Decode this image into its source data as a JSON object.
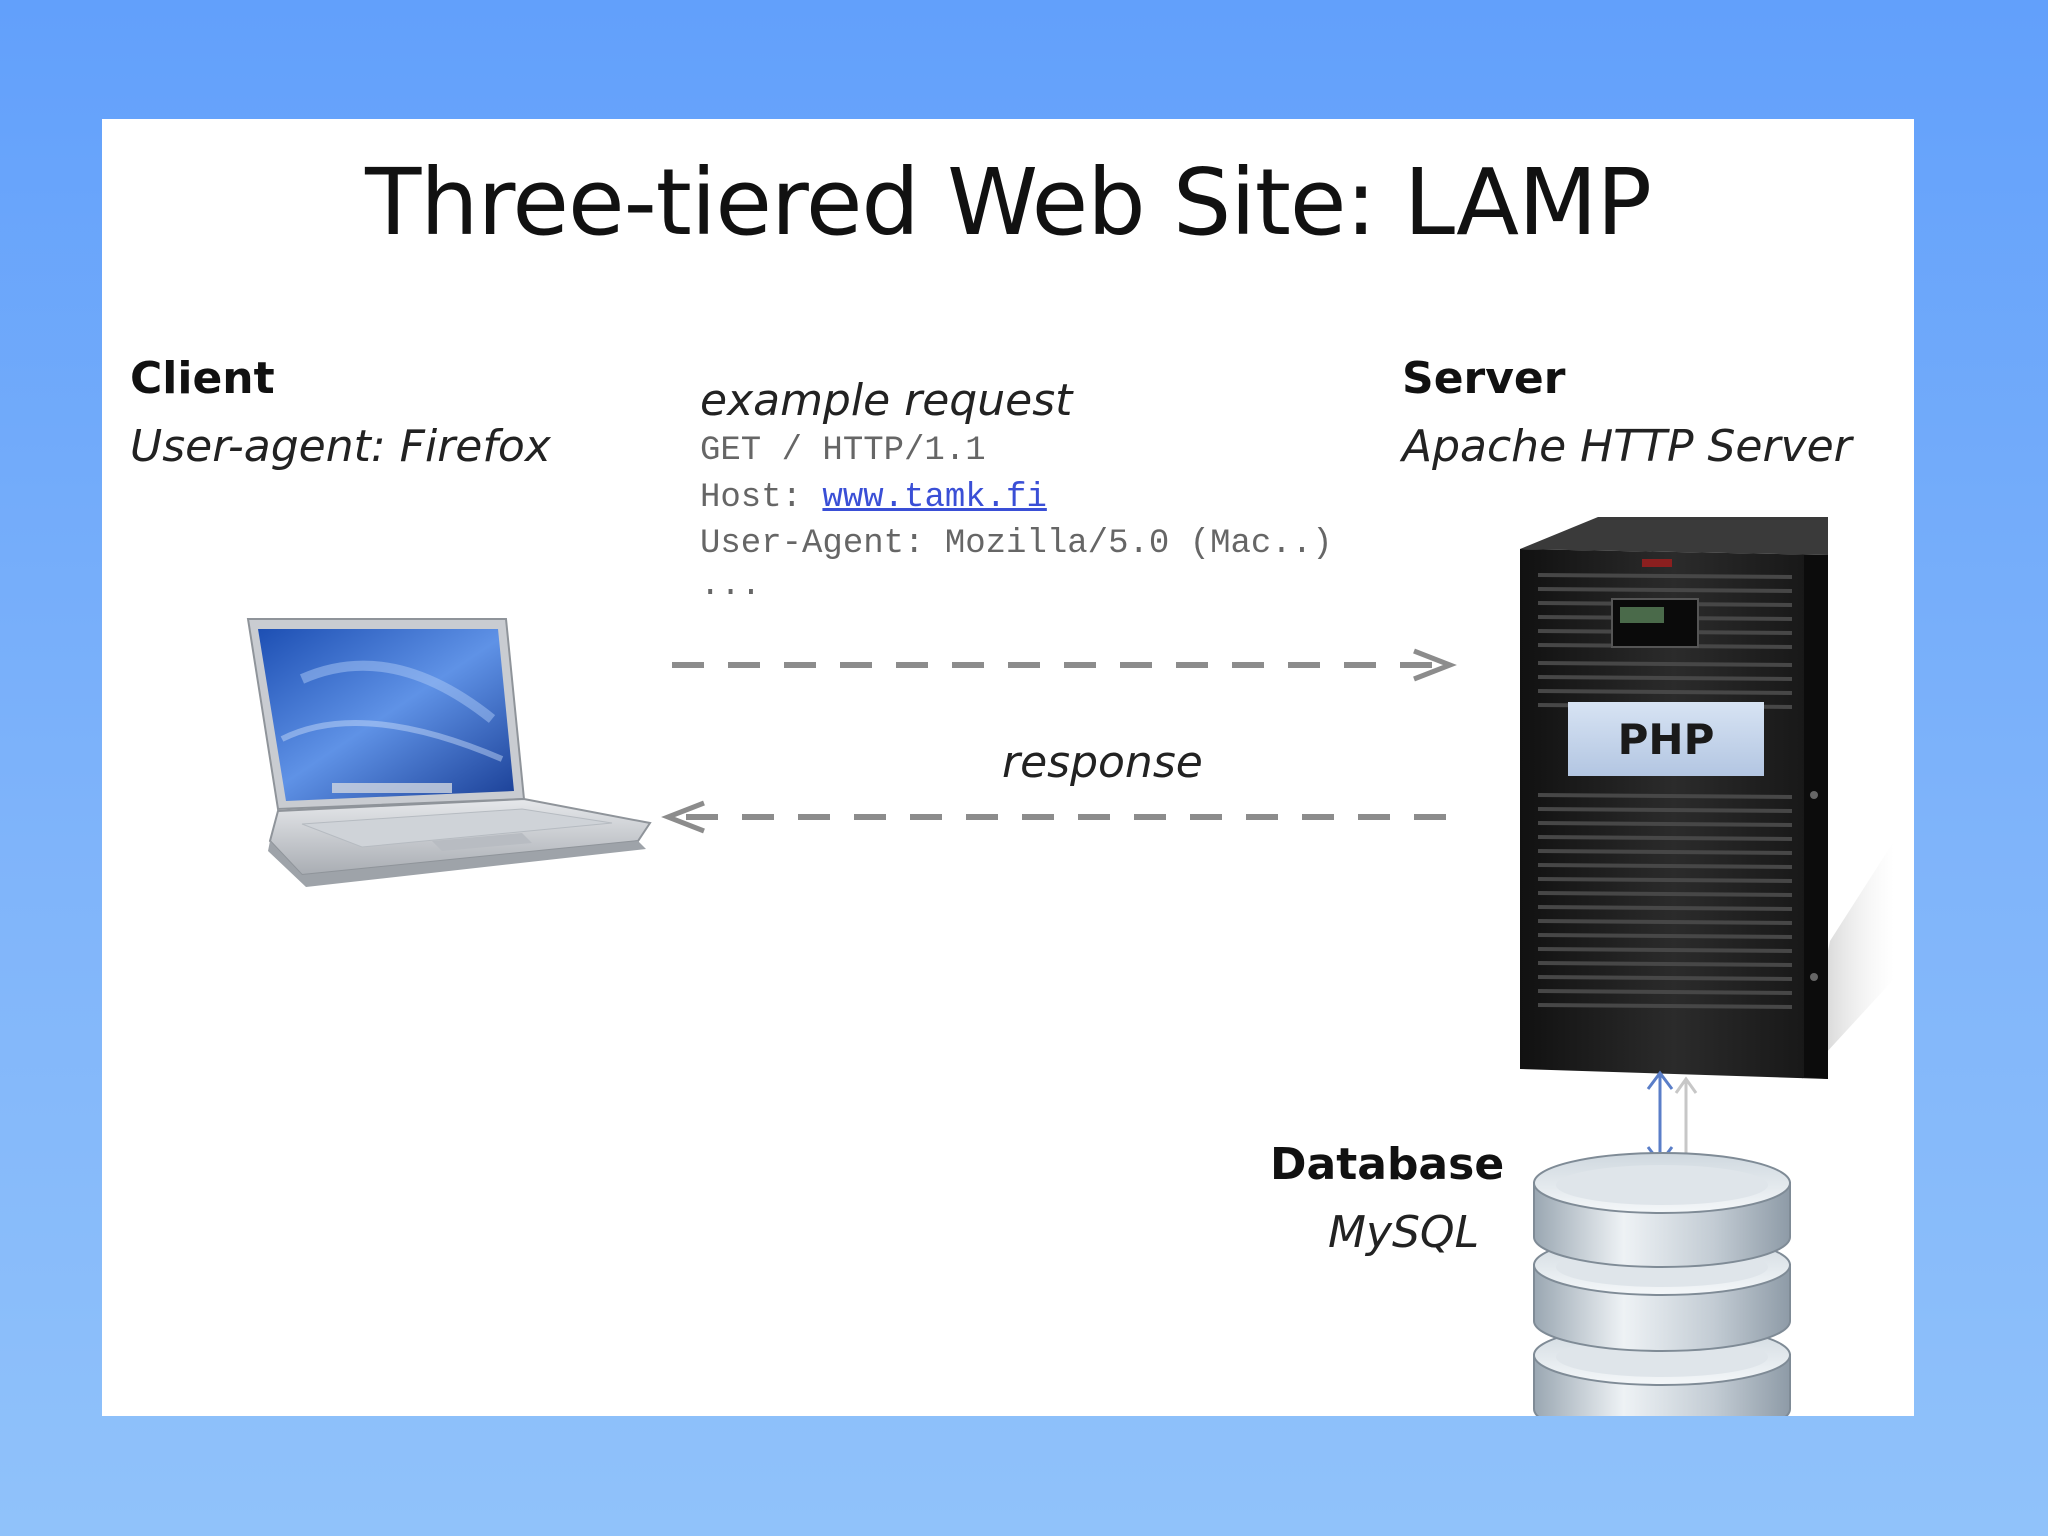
{
  "title": "Three-tiered Web Site: LAMP",
  "client": {
    "heading": "Client",
    "subheading": "User-agent: Firefox"
  },
  "server": {
    "heading": "Server",
    "subheading": "Apache HTTP Server",
    "module_label": "PHP"
  },
  "database": {
    "heading": "Database",
    "subheading": "MySQL"
  },
  "request": {
    "caption": "example request",
    "line1": "GET / HTTP/1.1",
    "line2_prefix": "Host: ",
    "line2_link": "www.tamk.fi",
    "line3": "User-Agent: Mozilla/5.0 (Mac..)",
    "line4": "..."
  },
  "response": {
    "caption": "response"
  },
  "colors": {
    "background": "#62a0fb",
    "arrow": "#8c8c8c",
    "link": "#3a4fd6",
    "server_body": "#1c1c1c",
    "php_panel": "#c6d6ec",
    "db_connector": "#5a7ec8"
  },
  "icons": [
    "laptop-icon",
    "server-tower-icon",
    "database-stack-icon"
  ]
}
